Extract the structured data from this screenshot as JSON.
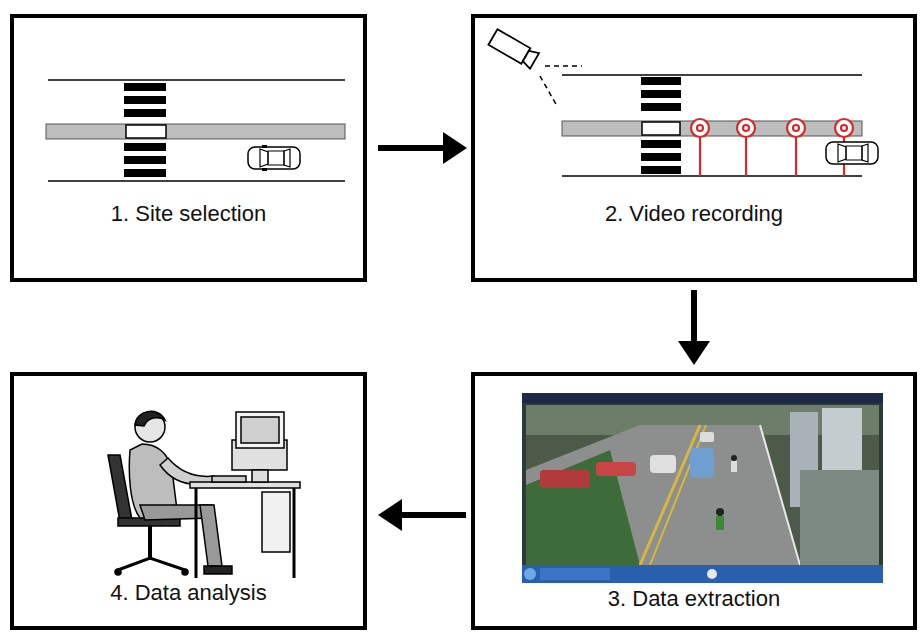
{
  "diagram": {
    "nodes": [
      {
        "text": [
          "1. Site selection"
        ]
      },
      {
        "text": [
          "2. Video recording"
        ]
      },
      {
        "text": [
          "3. Data extraction"
        ]
      },
      {
        "text": [
          "4. Data analysis"
        ]
      }
    ],
    "edges": [
      {
        "from": 0,
        "to": 1,
        "arrow": "to"
      },
      {
        "from": 1,
        "to": 2,
        "arrow": "to"
      },
      {
        "from": 2,
        "to": 3,
        "arrow": "to"
      }
    ]
  }
}
